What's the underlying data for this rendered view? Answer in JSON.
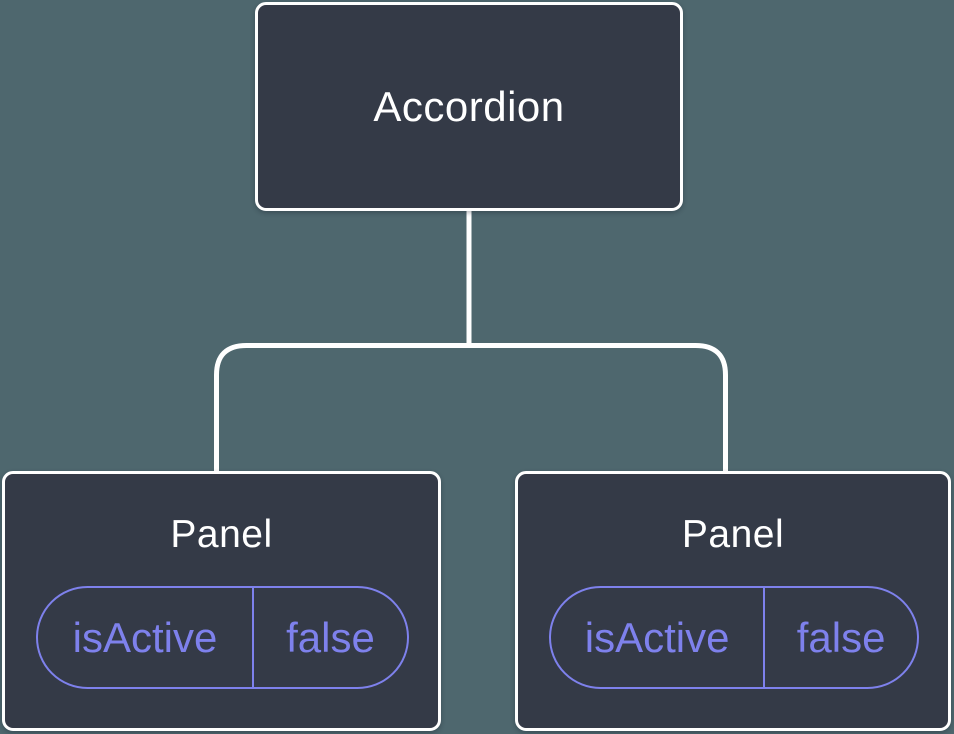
{
  "colors": {
    "background": "#4E676E",
    "node_fill": "#343A47",
    "node_border": "#FFFFFF",
    "node_text": "#FFFFFF",
    "state_accent": "#7E81EC",
    "connector": "#FFFFFF"
  },
  "tree": {
    "root": {
      "label": "Accordion"
    },
    "children": [
      {
        "label": "Panel",
        "state": {
          "key": "isActive",
          "value": "false"
        }
      },
      {
        "label": "Panel",
        "state": {
          "key": "isActive",
          "value": "false"
        }
      }
    ]
  }
}
